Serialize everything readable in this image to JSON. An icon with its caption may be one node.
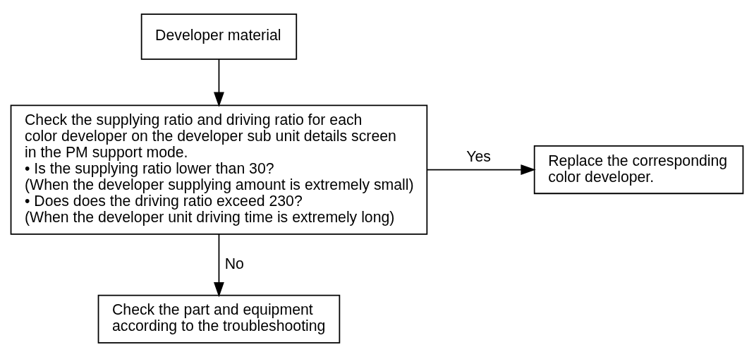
{
  "diagram": {
    "nodes": [
      {
        "text": [
          "Developer material"
        ]
      },
      {
        "text": [
          "Check the supplying ratio and driving ratio for each color developer on the developer sub unit details screen in the PM support mode.",
          "• Is the supplying ratio lower than 30?",
          "(When the developer supplying amount is extremely small)",
          "• Does does the driving ratio exceed 230?",
          "(When the developer unit driving time is extremely long)"
        ]
      },
      {
        "text": [
          "Replace the corresponding color developer."
        ]
      },
      {
        "text": [
          "Check the part and equipment according to the troubleshooting"
        ]
      }
    ],
    "edges": [
      {
        "from": 0,
        "to": 1,
        "arrow": "to"
      },
      {
        "from": 1,
        "to": 2,
        "arrow": "to",
        "label": "Yes"
      },
      {
        "from": 1,
        "to": 3,
        "arrow": "to",
        "label": "No"
      }
    ]
  }
}
